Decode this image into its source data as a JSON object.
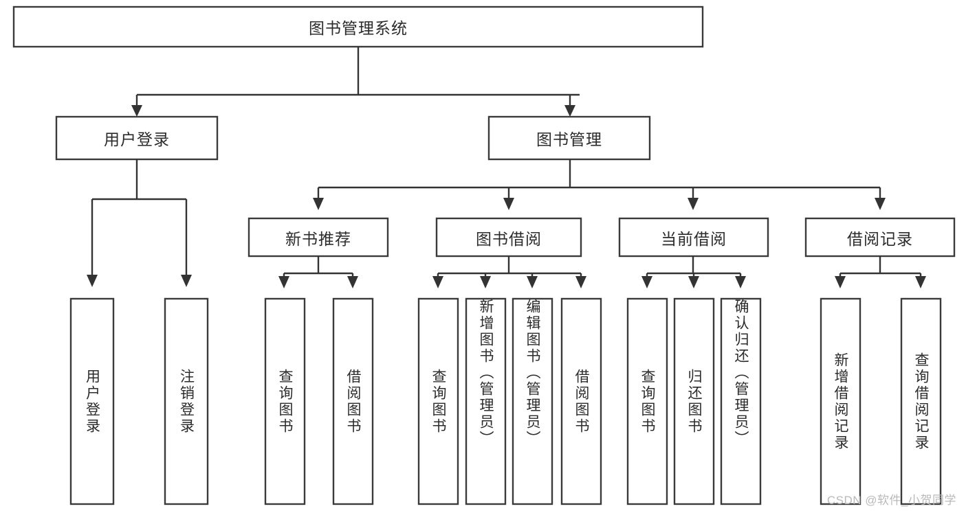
{
  "diagram": {
    "title": "图书管理系统",
    "watermark": "CSDN @软件_小贺同学",
    "colors": {
      "box_stroke": "#3a3a3a",
      "connector": "#333333",
      "text": "#2b2b2b",
      "background": "#ffffff",
      "watermark": "#b9b9b9"
    },
    "root": {
      "label": "图书管理系统"
    },
    "level2": [
      {
        "label": "用户登录"
      },
      {
        "label": "图书管理"
      }
    ],
    "level3": [
      {
        "label": "新书推荐"
      },
      {
        "label": "图书借阅"
      },
      {
        "label": "当前借阅"
      },
      {
        "label": "借阅记录"
      }
    ],
    "leaves": {
      "user_login": [
        {
          "label": "用户登录"
        },
        {
          "label": "注销登录"
        }
      ],
      "new_book_recommend": [
        {
          "label": "查询图书"
        },
        {
          "label": "借阅图书"
        }
      ],
      "book_borrow": [
        {
          "label": "查询图书"
        },
        {
          "label": "新增图书（管理员）"
        },
        {
          "label": "编辑图书（管理员）"
        },
        {
          "label": "借阅图书"
        }
      ],
      "current_borrow": [
        {
          "label": "查询图书"
        },
        {
          "label": "归还图书"
        },
        {
          "label": "确认归还（管理员）"
        }
      ],
      "borrow_record": [
        {
          "label": "新增借阅记录"
        },
        {
          "label": "查询借阅记录"
        }
      ]
    }
  }
}
